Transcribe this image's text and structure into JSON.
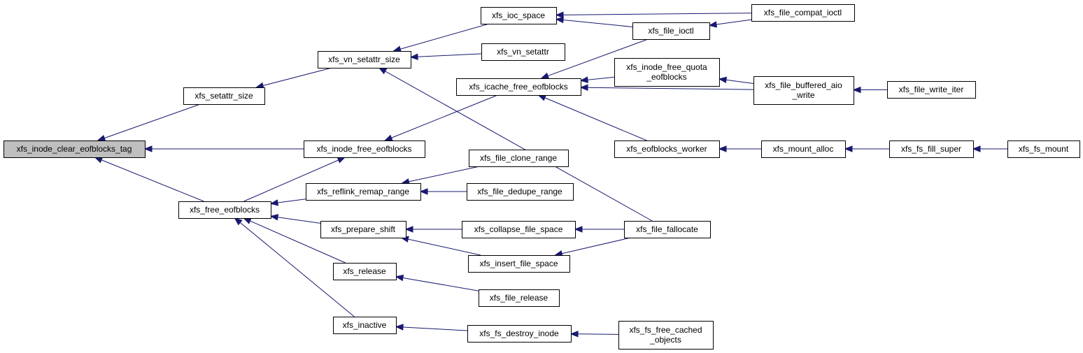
{
  "root": "xfs_inode_clear_eofblocks_tag",
  "nodes": [
    {
      "id": "n_clear",
      "label": "xfs_inode_clear_eofblocks_tag"
    },
    {
      "id": "n_setsize",
      "label": "xfs_setattr_size"
    },
    {
      "id": "n_freeeof",
      "label": "xfs_free_eofblocks"
    },
    {
      "id": "n_vnset",
      "label": "xfs_vn_setattr_size"
    },
    {
      "id": "n_inofree",
      "label": "xfs_inode_free_eofblocks"
    },
    {
      "id": "n_reflink",
      "label": "xfs_reflink_remap_range"
    },
    {
      "id": "n_prep",
      "label": "xfs_prepare_shift"
    },
    {
      "id": "n_release",
      "label": "xfs_release"
    },
    {
      "id": "n_inactive",
      "label": "xfs_inactive"
    },
    {
      "id": "n_iocspace",
      "label": "xfs_ioc_space"
    },
    {
      "id": "n_vnsetattr",
      "label": "xfs_vn_setattr"
    },
    {
      "id": "n_icache",
      "label": "xfs_icache_free_eofblocks"
    },
    {
      "id": "n_clone",
      "label": "xfs_file_clone_range"
    },
    {
      "id": "n_dedupe",
      "label": "xfs_file_dedupe_range"
    },
    {
      "id": "n_collapse",
      "label": "xfs_collapse_file_space"
    },
    {
      "id": "n_insert",
      "label": "xfs_insert_file_space"
    },
    {
      "id": "n_frel",
      "label": "xfs_file_release"
    },
    {
      "id": "n_fsdestroy",
      "label": "xfs_fs_destroy_inode"
    },
    {
      "id": "n_compat",
      "label": "xfs_file_compat_ioctl"
    },
    {
      "id": "n_ioctl",
      "label": "xfs_file_ioctl"
    },
    {
      "id": "n_quota",
      "label": [
        "xfs_inode_free_quota",
        "_eofblocks"
      ]
    },
    {
      "id": "n_eofwork",
      "label": "xfs_eofblocks_worker"
    },
    {
      "id": "n_falloc",
      "label": "xfs_file_fallocate"
    },
    {
      "id": "n_cached",
      "label": [
        "xfs_fs_free_cached",
        "_objects"
      ]
    },
    {
      "id": "n_buffered",
      "label": [
        "xfs_file_buffered_aio",
        "_write"
      ]
    },
    {
      "id": "n_mount",
      "label": "xfs_mount_alloc"
    },
    {
      "id": "n_writeiter",
      "label": "xfs_file_write_iter"
    },
    {
      "id": "n_fillsuper",
      "label": "xfs_fs_fill_super"
    },
    {
      "id": "n_fsmount",
      "label": "xfs_fs_mount"
    }
  ],
  "edges": [
    [
      "n_setsize",
      "n_clear"
    ],
    [
      "n_inofree",
      "n_clear"
    ],
    [
      "n_freeeof",
      "n_clear"
    ],
    [
      "n_vnset",
      "n_setsize"
    ],
    [
      "n_icache",
      "n_inofree"
    ],
    [
      "n_freeeof",
      "n_inofree"
    ],
    [
      "n_reflink",
      "n_freeeof"
    ],
    [
      "n_prep",
      "n_freeeof"
    ],
    [
      "n_release",
      "n_freeeof"
    ],
    [
      "n_inactive",
      "n_freeeof"
    ],
    [
      "n_iocspace",
      "n_vnset"
    ],
    [
      "n_vnsetattr",
      "n_vnset"
    ],
    [
      "n_falloc",
      "n_vnset"
    ],
    [
      "n_clone",
      "n_reflink"
    ],
    [
      "n_dedupe",
      "n_reflink"
    ],
    [
      "n_collapse",
      "n_prep"
    ],
    [
      "n_insert",
      "n_prep"
    ],
    [
      "n_frel",
      "n_release"
    ],
    [
      "n_fsdestroy",
      "n_inactive"
    ],
    [
      "n_compat",
      "n_iocspace"
    ],
    [
      "n_ioctl",
      "n_iocspace"
    ],
    [
      "n_ioctl",
      "n_icache"
    ],
    [
      "n_quota",
      "n_icache"
    ],
    [
      "n_buffered",
      "n_icache"
    ],
    [
      "n_eofwork",
      "n_icache"
    ],
    [
      "n_falloc",
      "n_collapse"
    ],
    [
      "n_falloc",
      "n_insert"
    ],
    [
      "n_cached",
      "n_fsdestroy"
    ],
    [
      "n_compat",
      "n_ioctl"
    ],
    [
      "n_buffered",
      "n_quota"
    ],
    [
      "n_writeiter",
      "n_buffered"
    ],
    [
      "n_mount",
      "n_eofwork"
    ],
    [
      "n_fillsuper",
      "n_mount"
    ],
    [
      "n_fsmount",
      "n_fillsuper"
    ]
  ]
}
